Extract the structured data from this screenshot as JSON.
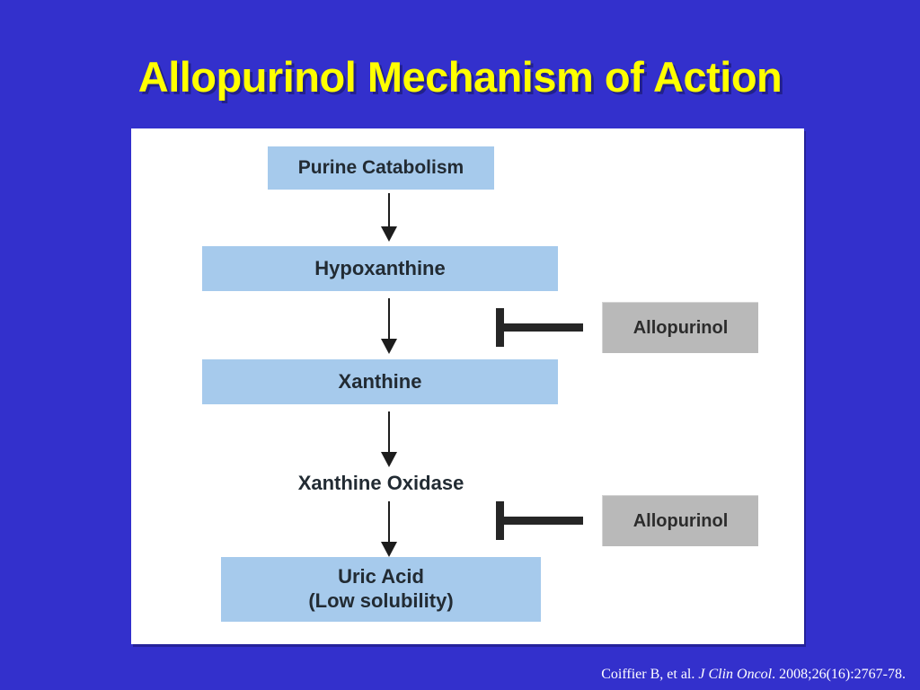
{
  "slide": {
    "title": "Allopurinol Mechanism of Action",
    "background_color": "#3330CC",
    "title_color": "#FFFF00",
    "panel_color": "#FFFFFF"
  },
  "diagram": {
    "node_fill_color": "#A6CAEC",
    "inhibitor_fill_color": "#B9B9B9",
    "arrow_color": "#1D1D1D",
    "nodes": [
      {
        "id": "purine-catabolism",
        "label": "Purine Catabolism",
        "boxed": true
      },
      {
        "id": "hypoxanthine",
        "label": "Hypoxanthine",
        "boxed": true
      },
      {
        "id": "xanthine",
        "label": "Xanthine",
        "boxed": true
      },
      {
        "id": "xanthine-oxidase",
        "label": "Xanthine Oxidase",
        "boxed": false
      },
      {
        "id": "uric-acid-line1",
        "label": "Uric Acid",
        "boxed": true
      },
      {
        "id": "uric-acid-line2",
        "label": "(Low solubility)",
        "boxed": true
      }
    ],
    "inhibitors": [
      {
        "id": "allopurinol-1",
        "label": "Allopurinol"
      },
      {
        "id": "allopurinol-2",
        "label": "Allopurinol"
      }
    ]
  },
  "citation": {
    "authors": "Coiffier B, et al.",
    "journal": "J Clin Oncol",
    "reference": ". 2008;26(16):2767-78."
  }
}
